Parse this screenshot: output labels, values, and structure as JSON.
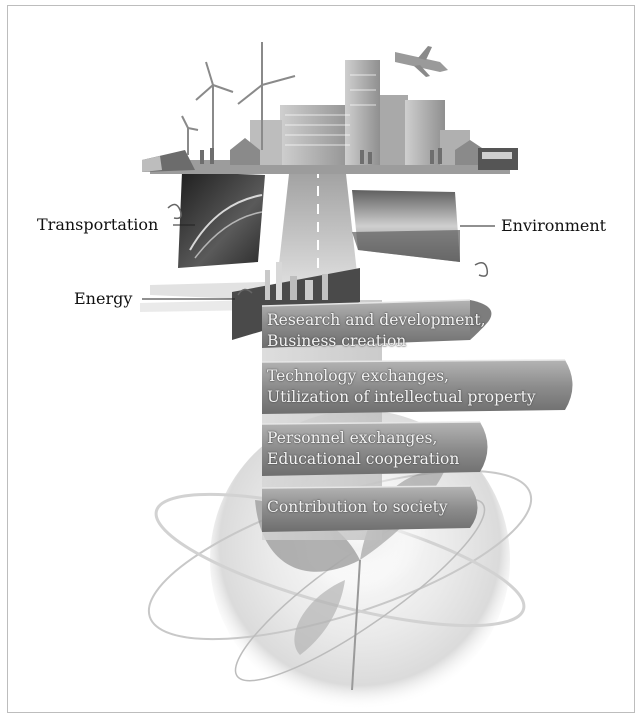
{
  "labels": {
    "transportation": "Transportation",
    "environment": "Environment",
    "energy": "Energy"
  },
  "bands": [
    {
      "line1": "Research and development,",
      "line2": "Business creation"
    },
    {
      "line1": "Technology exchanges,",
      "line2": "Utilization of intellectual property"
    },
    {
      "line1": "Personnel exchanges,",
      "line2": "Educational cooperation"
    },
    {
      "line1": "Contribution to society",
      "line2": ""
    }
  ]
}
